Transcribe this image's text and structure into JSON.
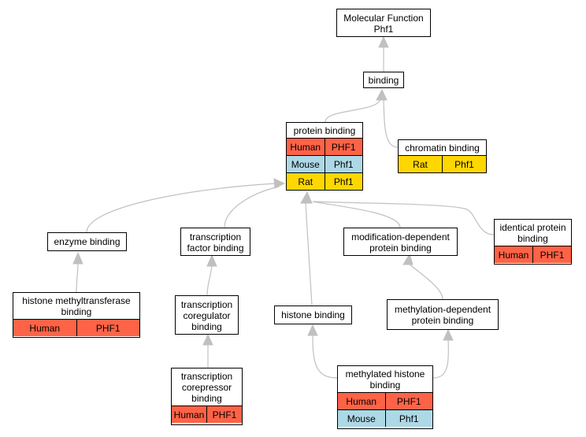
{
  "colors": {
    "human": "#ff6347",
    "mouse": "#add8e6",
    "rat": "#ffd700",
    "edge": "#c0c0c0"
  },
  "nodes": {
    "molecular_function": {
      "title": "Molecular Function\nPhf1",
      "rows": []
    },
    "binding": {
      "title": "binding",
      "rows": []
    },
    "protein_binding": {
      "title": "protein binding",
      "rows": [
        {
          "species": "Human",
          "gene": "PHF1",
          "color": "#ff6347"
        },
        {
          "species": "Mouse",
          "gene": "Phf1",
          "color": "#add8e6"
        },
        {
          "species": "Rat",
          "gene": "Phf1",
          "color": "#ffd700"
        }
      ]
    },
    "chromatin_binding": {
      "title": "chromatin binding",
      "rows": [
        {
          "species": "Rat",
          "gene": "Phf1",
          "color": "#ffd700"
        }
      ]
    },
    "enzyme_binding": {
      "title": "enzyme binding",
      "rows": []
    },
    "transcription_factor_binding": {
      "title": "transcription\nfactor binding",
      "rows": []
    },
    "modification_dependent_protein_binding": {
      "title": "modification-dependent\nprotein binding",
      "rows": []
    },
    "identical_protein_binding": {
      "title": "identical protein\nbinding",
      "rows": [
        {
          "species": "Human",
          "gene": "PHF1",
          "color": "#ff6347"
        }
      ]
    },
    "histone_methyltransferase_binding": {
      "title": "histone methyltransferase\nbinding",
      "rows": [
        {
          "species": "Human",
          "gene": "PHF1",
          "color": "#ff6347"
        }
      ]
    },
    "transcription_coregulator_binding": {
      "title": "transcription\ncoregulator\nbinding",
      "rows": []
    },
    "histone_binding": {
      "title": "histone binding",
      "rows": []
    },
    "methylation_dependent_protein_binding": {
      "title": "methylation-dependent\nprotein binding",
      "rows": []
    },
    "transcription_corepressor_binding": {
      "title": "transcription\ncorepressor\nbinding",
      "rows": [
        {
          "species": "Human",
          "gene": "PHF1",
          "color": "#ff6347"
        }
      ]
    },
    "methylated_histone_binding": {
      "title": "methylated histone\nbinding",
      "rows": [
        {
          "species": "Human",
          "gene": "PHF1",
          "color": "#ff6347"
        },
        {
          "species": "Mouse",
          "gene": "Phf1",
          "color": "#add8e6"
        }
      ]
    }
  }
}
